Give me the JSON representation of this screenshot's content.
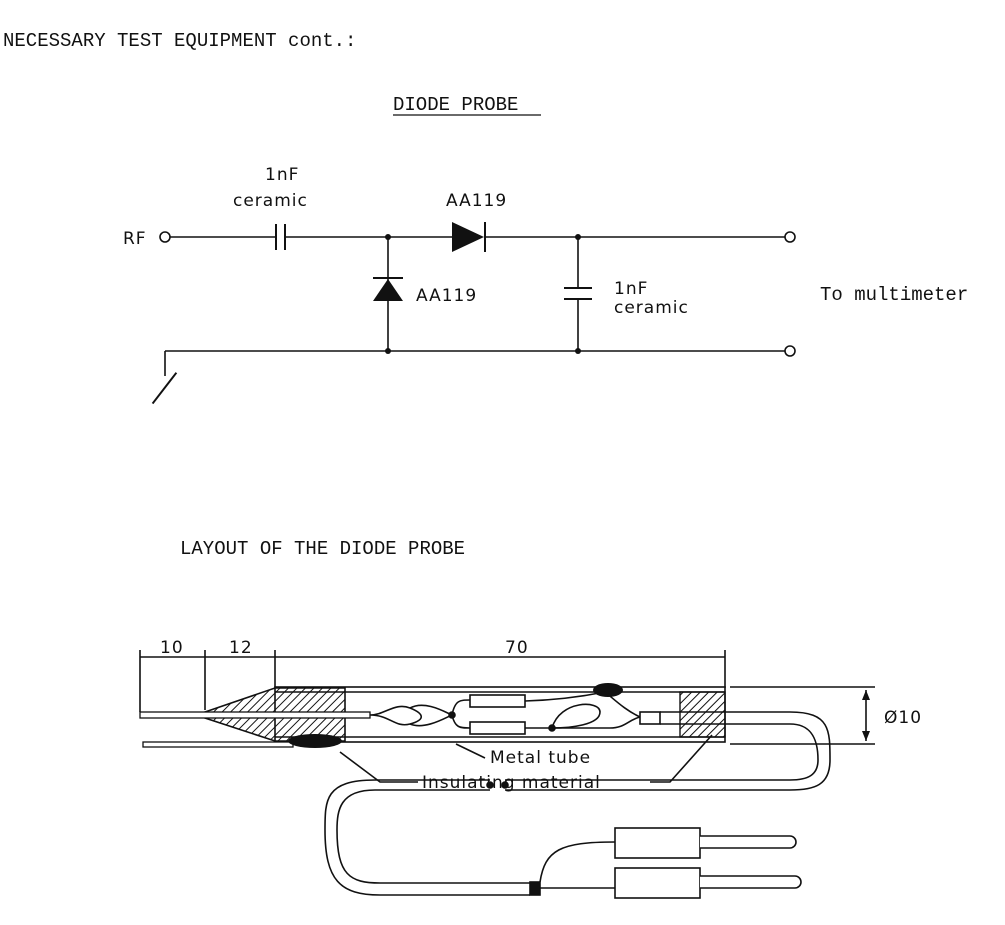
{
  "header": {
    "title": "NECESSARY TEST EQUIPMENT cont.:"
  },
  "schematic": {
    "title": "DIODE PROBE",
    "input_label": "RF",
    "series_cap": {
      "value": "1nF",
      "type": "ceramic"
    },
    "series_diode": "AA119",
    "shunt_diode": "AA119",
    "shunt_cap": {
      "value": "1nF",
      "type": "ceramic"
    },
    "output_label": "To multimeter"
  },
  "layout": {
    "title": "LAYOUT OF THE DIODE PROBE",
    "dims": {
      "tip": "10",
      "cone": "12",
      "tube": "70",
      "diameter": "Ø10"
    },
    "labels": {
      "metal_tube": "Metal tube",
      "insulating": "Insulating material"
    }
  }
}
